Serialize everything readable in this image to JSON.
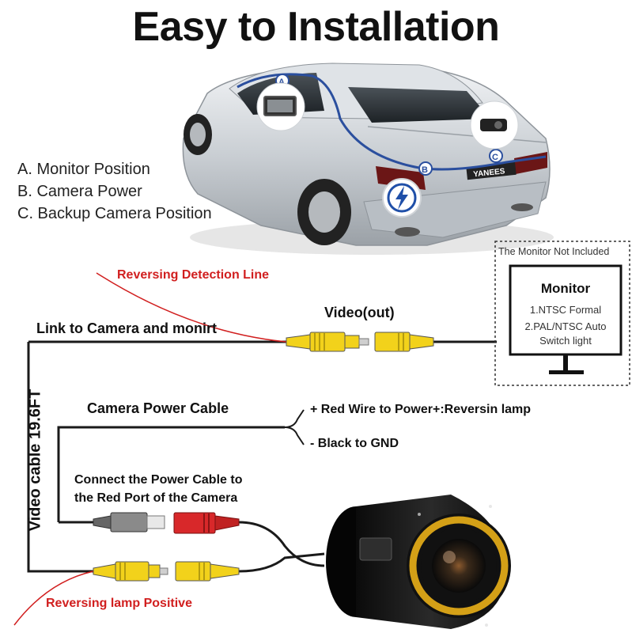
{
  "title": "Easy to Installation",
  "legend": {
    "a": "A. Monitor Position",
    "b": "B. Camera Power",
    "c": "C. Backup Camera Position"
  },
  "car": {
    "marker_a": "A",
    "marker_b": "B",
    "marker_c": "C",
    "plate": "YANEES"
  },
  "labels": {
    "reversing_detection": "Reversing Detection Line",
    "video_out": "Video(out)",
    "link_camera": "Link to Camera and monirt",
    "camera_power": "Camera Power Cable",
    "red_wire": "+ Red Wire to Power+:Reversin lamp",
    "black_gnd": "- Black to GND",
    "connect_line1": "Connect the Power Cable to",
    "connect_line2": "the Red Port of the Camera",
    "reversing_lamp": "Reversing lamp Positive",
    "video_cable": "Video cable 19.6FT"
  },
  "monitor": {
    "not_included": "The Monitor Not Included",
    "title": "Monitor",
    "spec1": "1.NTSC Formal",
    "spec2": "2.PAL/NTSC Auto",
    "spec3": "Switch light"
  },
  "colors": {
    "rca_yellow": "#f2d21b",
    "power_red": "#d8282a",
    "power_gray": "#8a8a8a",
    "wire": "#1a1a1a",
    "accent_red": "#d11f1f",
    "route_blue": "#2b4f9e",
    "camera_ring": "#d4a017"
  }
}
